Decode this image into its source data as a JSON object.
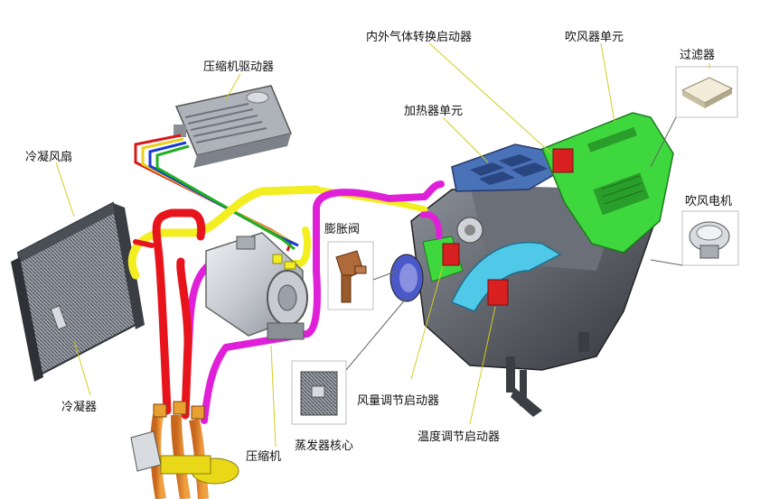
{
  "labels": {
    "compressor_driver": "压缩机驱动器",
    "recirc_actuator": "内外气体转换启动器",
    "blower_unit": "吹风器单元",
    "filter": "过滤器",
    "heater_unit": "加热器单元",
    "condenser_fan": "冷凝风扇",
    "expansion_valve": "膨胀阀",
    "blower_motor": "吹风电机",
    "condenser": "冷凝器",
    "air_volume_actuator": "风量调节启动器",
    "evaporator_core": "蒸发器核心",
    "compressor": "压缩机",
    "temp_actuator": "温度调节启动器"
  },
  "colors": {
    "pipe_red": "#e8141c",
    "pipe_magenta": "#e020d8",
    "pipe_yellow": "#f2ee22",
    "wire_red": "#d81818",
    "wire_green": "#20b020",
    "wire_blue": "#1838d8",
    "wire_yellow": "#e8d020",
    "hvac_green": "#3ed83e",
    "hvac_cyan": "#50c8e8",
    "actuator_red": "#d82020",
    "housing_gray": "#5a5e66",
    "metal_gray": "#c8ccd2"
  }
}
